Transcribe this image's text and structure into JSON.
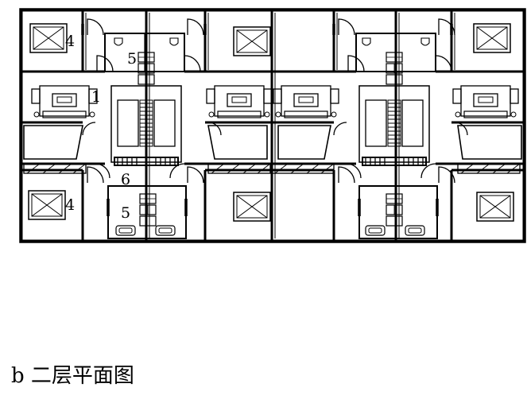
{
  "caption": {
    "letter": "b",
    "text": "二层平面图"
  },
  "room_labels": {
    "bedroom_top_left": "4",
    "bathroom_top": "5",
    "living_room": "1",
    "bedroom_bottom_left": "4",
    "stair_hall": "6",
    "bathroom_bottom": "5"
  },
  "colors": {
    "line": "#000000",
    "background": "#ffffff"
  }
}
